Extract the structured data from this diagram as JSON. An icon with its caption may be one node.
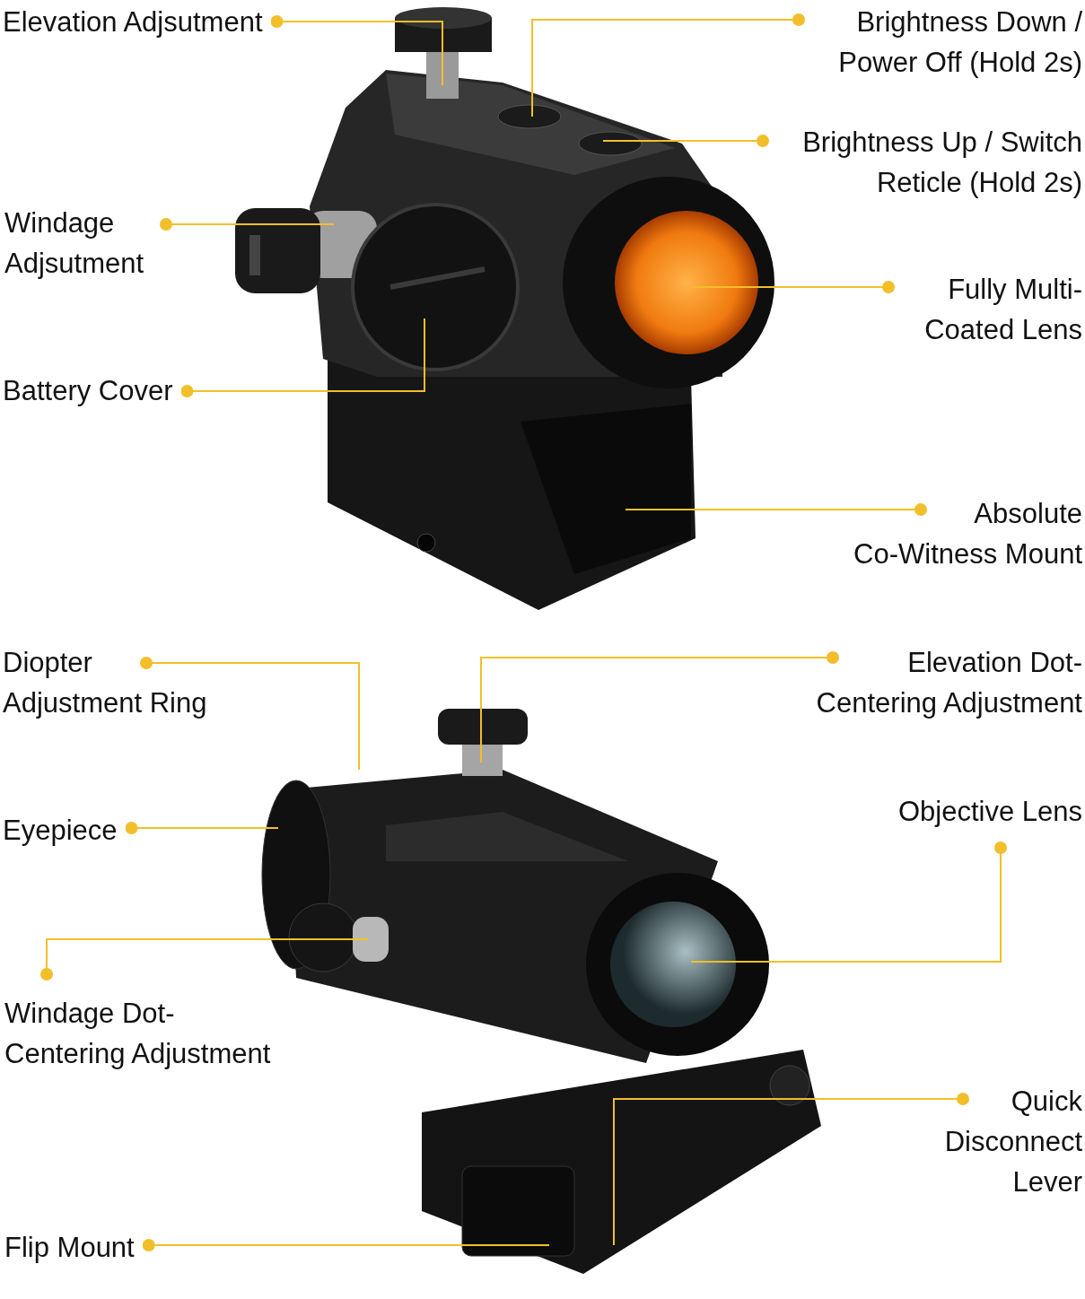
{
  "diagram": {
    "nodes": [
      {
        "text": [
          "Elevation Adjsutment"
        ]
      },
      {
        "text": [
          "Brightness Down / Power Off (Hold 2s)"
        ]
      },
      {
        "text": [
          "Brightness Up / Switch Reticle (Hold 2s)"
        ]
      },
      {
        "text": [
          "Windage Adjsutment"
        ]
      },
      {
        "text": [
          "Fully Multi-Coated Lens"
        ]
      },
      {
        "text": [
          "Battery Cover"
        ]
      },
      {
        "text": [
          "Absolute Co-Witness Mount"
        ]
      },
      {
        "text": [
          "Diopter Adjustment Ring"
        ]
      },
      {
        "text": [
          "Elevation Dot-Centering Adjustment"
        ]
      },
      {
        "text": [
          "Eyepiece"
        ]
      },
      {
        "text": [
          "Objective Lens"
        ]
      },
      {
        "text": [
          "Windage Dot-Centering Adjustment"
        ]
      },
      {
        "text": [
          "Quick Disconnect Lever"
        ]
      },
      {
        "text": [
          "Flip Mount"
        ]
      }
    ],
    "edges": [
      {
        "from": 0,
        "to": null,
        "arrow": "other"
      },
      {
        "from": 1,
        "to": null,
        "arrow": "other"
      },
      {
        "from": 2,
        "to": null,
        "arrow": "other"
      },
      {
        "from": 3,
        "to": null,
        "arrow": "other"
      },
      {
        "from": 4,
        "to": null,
        "arrow": "other"
      },
      {
        "from": 5,
        "to": null,
        "arrow": "other"
      },
      {
        "from": 6,
        "to": null,
        "arrow": "other"
      },
      {
        "from": 7,
        "to": null,
        "arrow": "other"
      },
      {
        "from": 8,
        "to": null,
        "arrow": "other"
      },
      {
        "from": 9,
        "to": null,
        "arrow": "other"
      },
      {
        "from": 10,
        "to": null,
        "arrow": "other"
      },
      {
        "from": 11,
        "to": null,
        "arrow": "other"
      },
      {
        "from": 12,
        "to": null,
        "arrow": "other"
      },
      {
        "from": 13,
        "to": null,
        "arrow": "other"
      }
    ]
  }
}
